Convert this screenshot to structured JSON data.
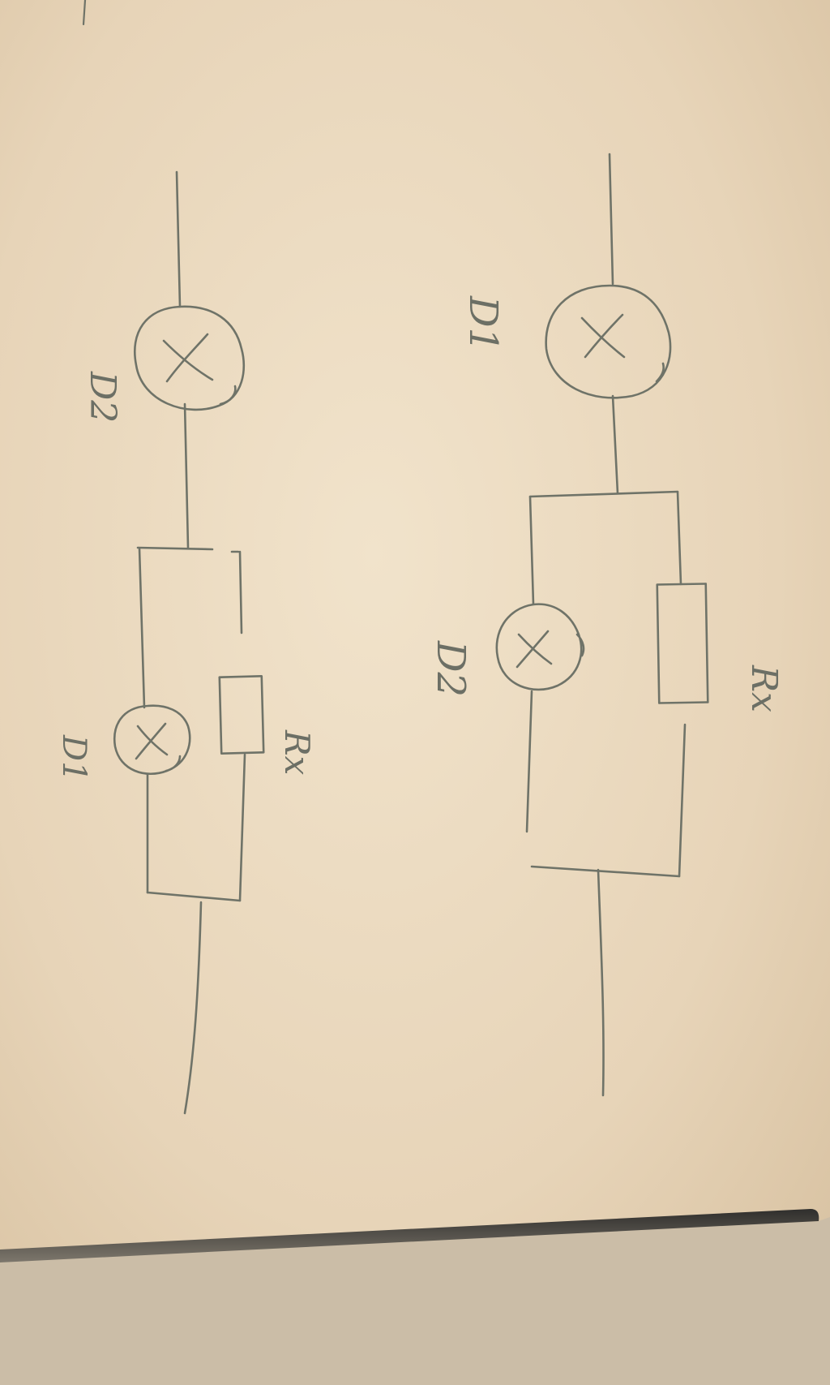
{
  "colors": {
    "paper": "#e9d9c0",
    "ink": "#6f7368",
    "table_shadow": "#3b3a38"
  },
  "circuit_a": {
    "lamp_top_label": "D2",
    "lamp_parallel_label": "D1",
    "resistor_label": "Rx"
  },
  "circuit_b": {
    "lamp_top_label": "D1",
    "lamp_parallel_label": "D2",
    "resistor_label": "Rx"
  }
}
